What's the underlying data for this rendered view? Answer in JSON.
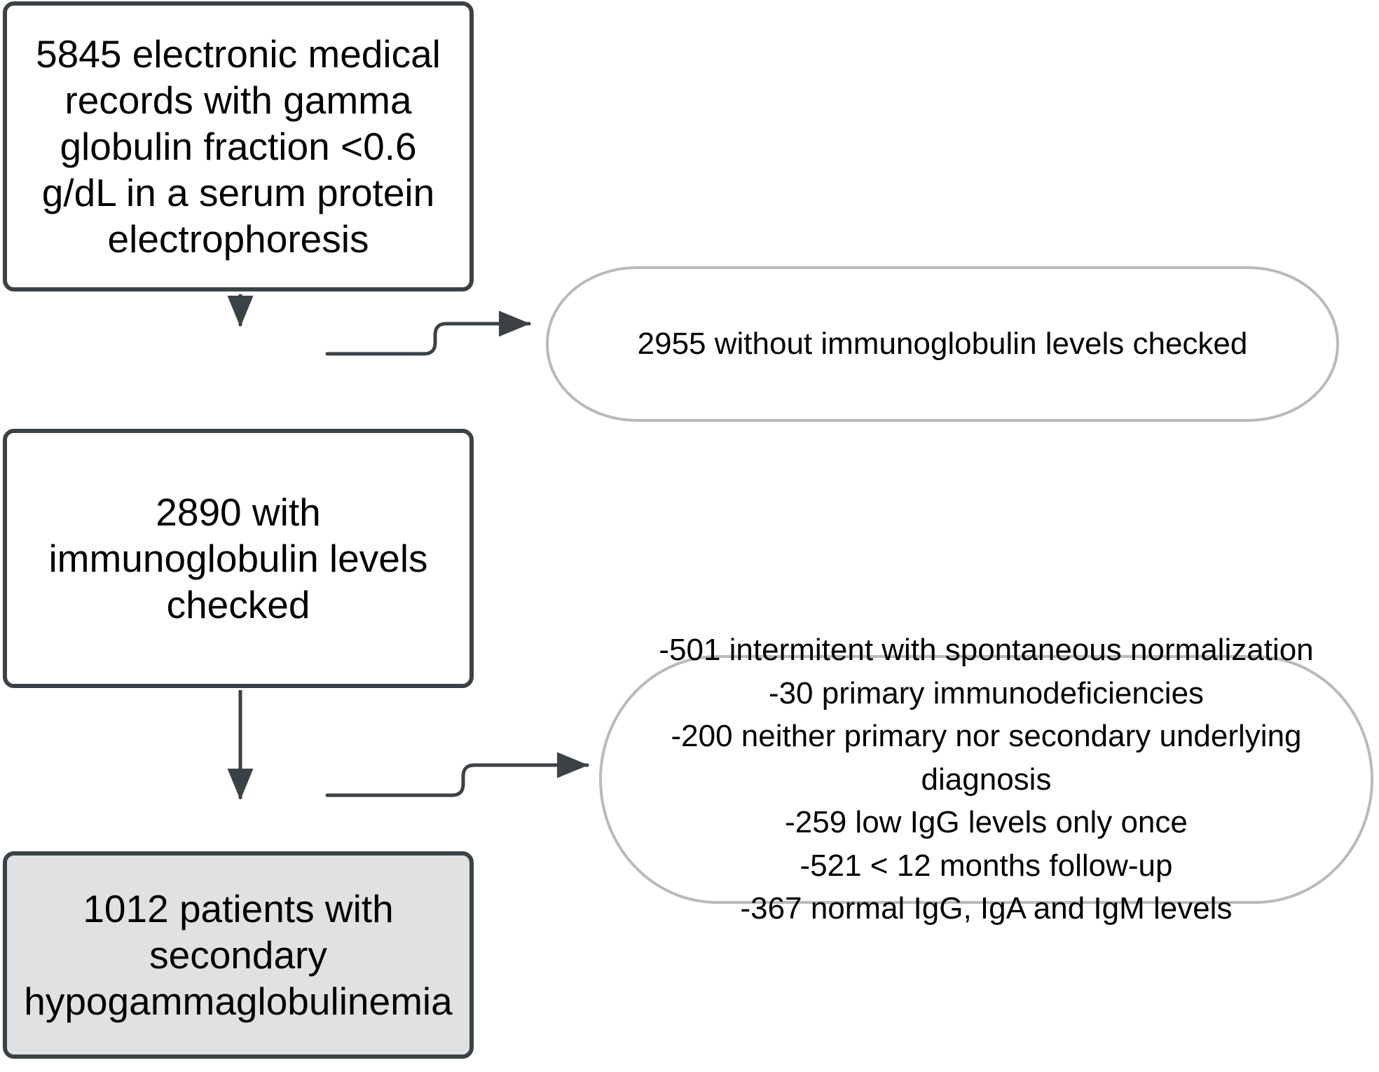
{
  "diagram": {
    "title": "Patient selection flow diagram for secondary hypogammaglobulinemia",
    "type": "flowchart",
    "colors": {
      "box_border": "#3a4246",
      "box_fill": "#ffffff",
      "box_fill_shaded": "#dfe1e3",
      "oval_border": "#b9babb",
      "oval_fill": "#ffffff",
      "connector": "#3a4246",
      "text": "#000000",
      "background": "#ffffff"
    },
    "nodes": {
      "box_records": {
        "label": "5845 electronic medical\nrecords with gamma\nglobulin fraction <0.6\ng/dL in a serum protein\nelectrophoresis",
        "count": 5845,
        "shape": "rounded-rectangle",
        "fill": "white"
      },
      "box_checked": {
        "label": "2890 with\nimmunoglobulin levels\nchecked",
        "count": 2890,
        "shape": "rounded-rectangle",
        "fill": "white"
      },
      "box_final": {
        "label": "1012 patients with\nsecondary\nhypogammaglobulinemia",
        "count": 1012,
        "shape": "rounded-rectangle",
        "fill": "shaded"
      },
      "oval_not_checked": {
        "label": "2955 without immunoglobulin levels checked",
        "count": 2955,
        "shape": "stadium"
      },
      "oval_exclusions": {
        "label": "-501 intermitent with spontaneous normalization\n-30 primary immunodeficiencies\n-200 neither primary nor secondary underlying diagnosis\n-259 low IgG levels only once\n-521 < 12 months follow-up\n-367 normal IgG, IgA and IgM levels",
        "shape": "stadium",
        "items": [
          {
            "count": 501,
            "reason": "intermitent with spontaneous normalization",
            "line": "-501 intermitent with spontaneous normalization"
          },
          {
            "count": 30,
            "reason": "primary immunodeficiencies",
            "line": "-30 primary immunodeficiencies"
          },
          {
            "count": 200,
            "reason": "neither primary nor secondary underlying diagnosis",
            "line": "-200 neither primary nor secondary underlying diagnosis"
          },
          {
            "count": 259,
            "reason": "low IgG levels only once",
            "line": "-259 low IgG levels only once"
          },
          {
            "count": 521,
            "reason": "< 12 months follow-up",
            "line": "-521 < 12 months follow-up"
          },
          {
            "count": 367,
            "reason": "normal IgG, IgA and IgM levels",
            "line": "-367 normal IgG, IgA and IgM levels"
          }
        ]
      }
    },
    "edges": [
      {
        "from": "box_records",
        "to": "box_checked",
        "kind": "vertical-arrow"
      },
      {
        "from": "box_records",
        "to": "oval_not_checked",
        "kind": "branch-arrow"
      },
      {
        "from": "box_checked",
        "to": "box_final",
        "kind": "vertical-arrow"
      },
      {
        "from": "box_checked",
        "to": "oval_exclusions",
        "kind": "branch-arrow"
      }
    ]
  }
}
